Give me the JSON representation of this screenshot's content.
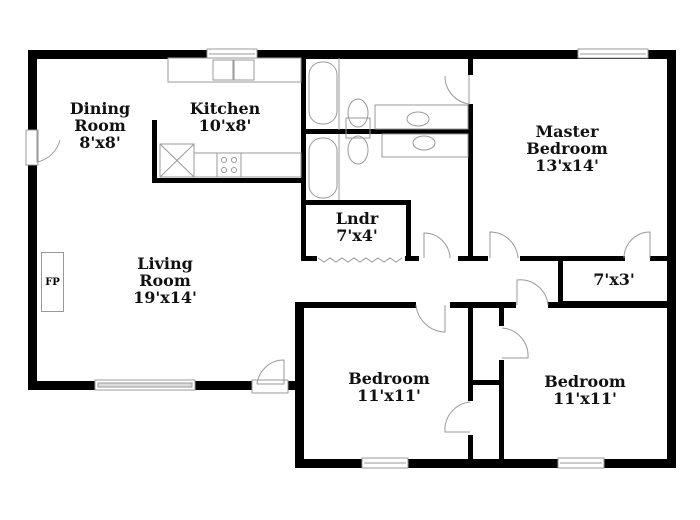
{
  "plan": {
    "rooms": [
      {
        "id": "dining",
        "name": "Dining Room",
        "lines": [
          "Dining",
          "Room"
        ],
        "size": "8'x8'"
      },
      {
        "id": "kitchen",
        "name": "Kitchen",
        "lines": [
          "Kitchen"
        ],
        "size": "10'x8'"
      },
      {
        "id": "master",
        "name": "Master Bedroom",
        "lines": [
          "Master",
          "Bedroom"
        ],
        "size": "13'x14'"
      },
      {
        "id": "laundry",
        "name": "Lndr",
        "lines": [
          "Lndr"
        ],
        "size": "7'x4'"
      },
      {
        "id": "living",
        "name": "Living Room",
        "lines": [
          "Living",
          "Room"
        ],
        "size": "19'x14'"
      },
      {
        "id": "closet",
        "name": "",
        "lines": [],
        "size": "7'x3'"
      },
      {
        "id": "bedroom1",
        "name": "Bedroom",
        "lines": [
          "Bedroom"
        ],
        "size": "11'x11'"
      },
      {
        "id": "bedroom2",
        "name": "Bedroom",
        "lines": [
          "Bedroom"
        ],
        "size": "11'x11'"
      }
    ],
    "fireplace_label": "FP",
    "colors": {
      "wall": "#000000",
      "fixture": "#999999",
      "background": "#ffffff"
    }
  }
}
